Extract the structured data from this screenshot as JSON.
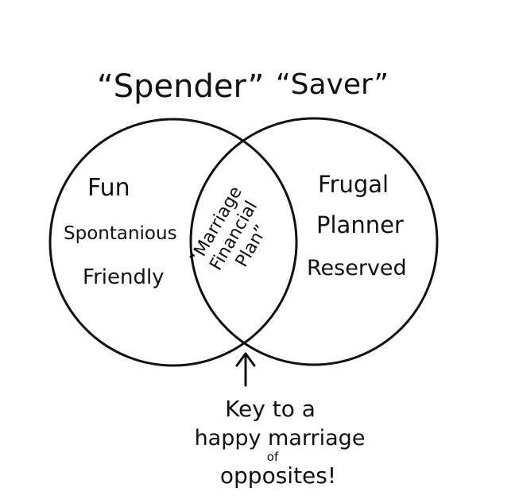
{
  "colors": {
    "ink": "#111111",
    "background": "#ffffff"
  },
  "sets": {
    "left": {
      "title": "“Spender”",
      "traits": [
        "Fun",
        "Spontanious",
        "Friendly"
      ]
    },
    "right": {
      "title": "“Saver”",
      "traits": [
        "Frugal",
        "Planner",
        "Reserved"
      ]
    },
    "overlap": {
      "lines": [
        "“Marriage",
        "Financial",
        "Plan”"
      ]
    }
  },
  "annotation": {
    "arrow_icon": "arrow-up-icon",
    "lines": [
      "Key to a",
      "happy marriage",
      "of",
      "opposites!"
    ]
  }
}
